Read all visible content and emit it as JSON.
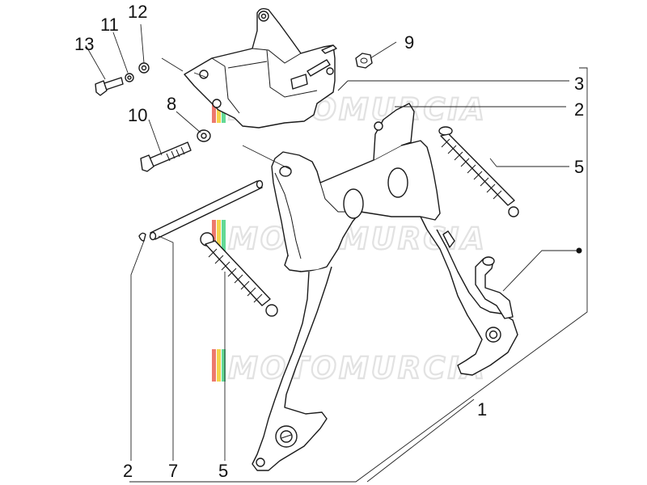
{
  "callouts": {
    "c13": "13",
    "c11": "11",
    "c12": "12",
    "c9": "9",
    "c3": "3",
    "c2_right": "2",
    "c10": "10",
    "c8": "8",
    "c5_right": "5",
    "c1": "1",
    "c2_bottom": "2",
    "c7": "7",
    "c5_bottom": "5"
  },
  "watermark": {
    "text": "MOTOMURCIA",
    "colors": [
      "#e74c3c",
      "#f1c40f",
      "#2ecc71"
    ]
  }
}
